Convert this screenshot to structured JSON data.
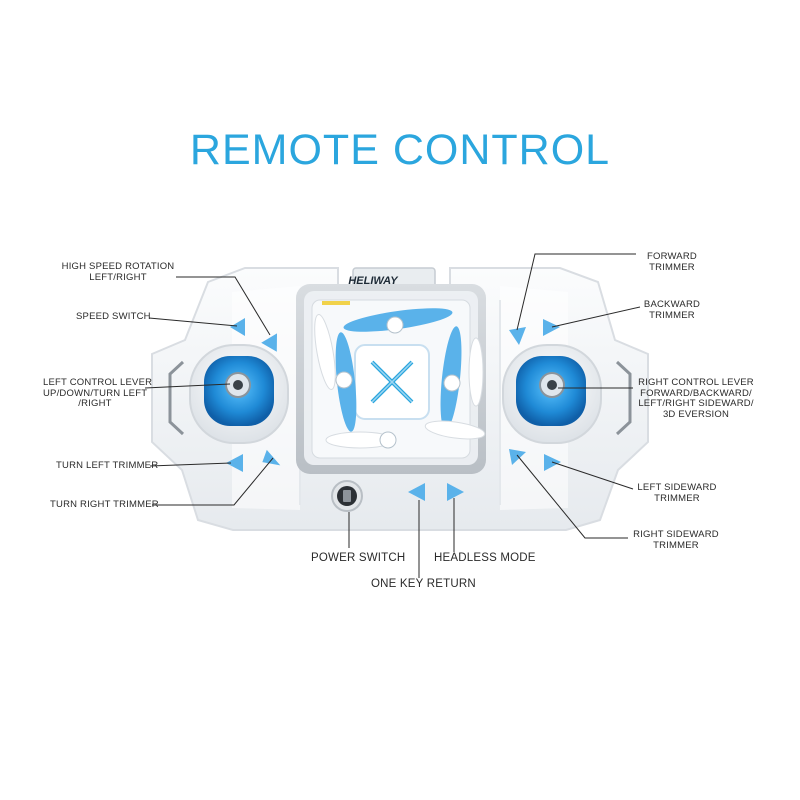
{
  "title": "REMOTE CONTROL",
  "brand": "HELIWAY",
  "colors": {
    "accent": "#2ba6de",
    "button_blue": "#5ab2ea",
    "joystick_blue": "#1f8ad6",
    "body": "#f4f6f8",
    "outline": "#dfe3e7",
    "text": "#2a2a2a"
  },
  "labels": {
    "high_speed_rotation": [
      "HIGH SPEED ROTATION",
      "LEFT/RIGHT"
    ],
    "speed_switch": [
      "SPEED SWITCH"
    ],
    "left_control_lever": [
      "LEFT CONTROL LEVER",
      "UP/DOWN/TURN LEFT",
      "/RIGHT"
    ],
    "turn_left_trimmer": [
      "TURN LEFT TRIMMER"
    ],
    "turn_right_trimmer": [
      "TURN RIGHT TRIMMER"
    ],
    "forward_trimmer": [
      "FORWARD",
      "TRIMMER"
    ],
    "backward_trimmer": [
      "BACKWARD",
      "TRIMMER"
    ],
    "right_control_lever": [
      "RIGHT CONTROL LEVER",
      "FORWARD/BACKWARD/",
      "LEFT/RIGHT SIDEWARD/",
      "3D EVERSION"
    ],
    "left_sideward_trimmer": [
      "LEFT SIDEWARD",
      "TRIMMER"
    ],
    "right_sideward_trimmer": [
      "RIGHT SIDEWARD",
      "TRIMMER"
    ],
    "power_switch": [
      "POWER SWITCH"
    ],
    "headless_mode": [
      "HEADLESS MODE"
    ],
    "one_key_return": [
      "ONE KEY RETURN"
    ]
  }
}
